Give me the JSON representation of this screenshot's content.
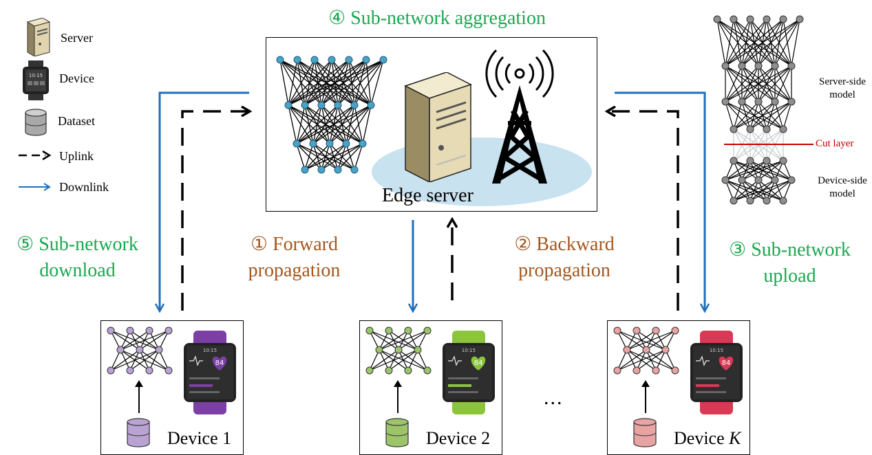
{
  "legend": {
    "server": "Server",
    "device": "Device",
    "dataset": "Dataset",
    "uplink": "Uplink",
    "downlink": "Downlink"
  },
  "steps": {
    "aggregation": "④ Sub-network aggregation",
    "download_line1": "⑤ Sub-network",
    "download_line2": "download",
    "forward_line1": "① Forward",
    "forward_line2": "propagation",
    "backward_line1": "② Backward",
    "backward_line2": "propagation",
    "upload_line1": "③ Sub-network",
    "upload_line2": "upload"
  },
  "edge_server": {
    "label": "Edge server"
  },
  "model": {
    "server_side_line1": "Server-side",
    "server_side_line2": "model",
    "cut_layer": "Cut layer",
    "device_side_line1": "Device-side",
    "device_side_line2": "model"
  },
  "devices": [
    {
      "label": "Device 1",
      "heart": "84",
      "watch_time": "10:15",
      "node_color": "#b9a3d3",
      "band_color": "#7b3fa6",
      "db_color": "#b9a3d3"
    },
    {
      "label": "Device 2",
      "heart": "84",
      "watch_time": "10:15",
      "node_color": "#9cc46a",
      "band_color": "#8cc43c",
      "db_color": "#9cc46a"
    },
    {
      "label_prefix": "Device ",
      "label_italic": "K",
      "heart": "84",
      "watch_time": "10:15",
      "node_color": "#e8a3a3",
      "band_color": "#d83a55",
      "db_color": "#e8a3a3"
    }
  ],
  "ellipsis": "...",
  "colors": {
    "green": "#1aa84f",
    "brown": "#a5561c",
    "downlink_blue": "#1f6fba",
    "uplink_black": "#000000",
    "server_net_nodes": "#4aa3c6",
    "cut_red": "#c00000",
    "ellipse_blue": "#c9e2ef"
  },
  "icons": [
    "server-icon",
    "watch-icon",
    "database-icon",
    "cell-tower-icon",
    "neural-network-icon",
    "heart-icon"
  ]
}
